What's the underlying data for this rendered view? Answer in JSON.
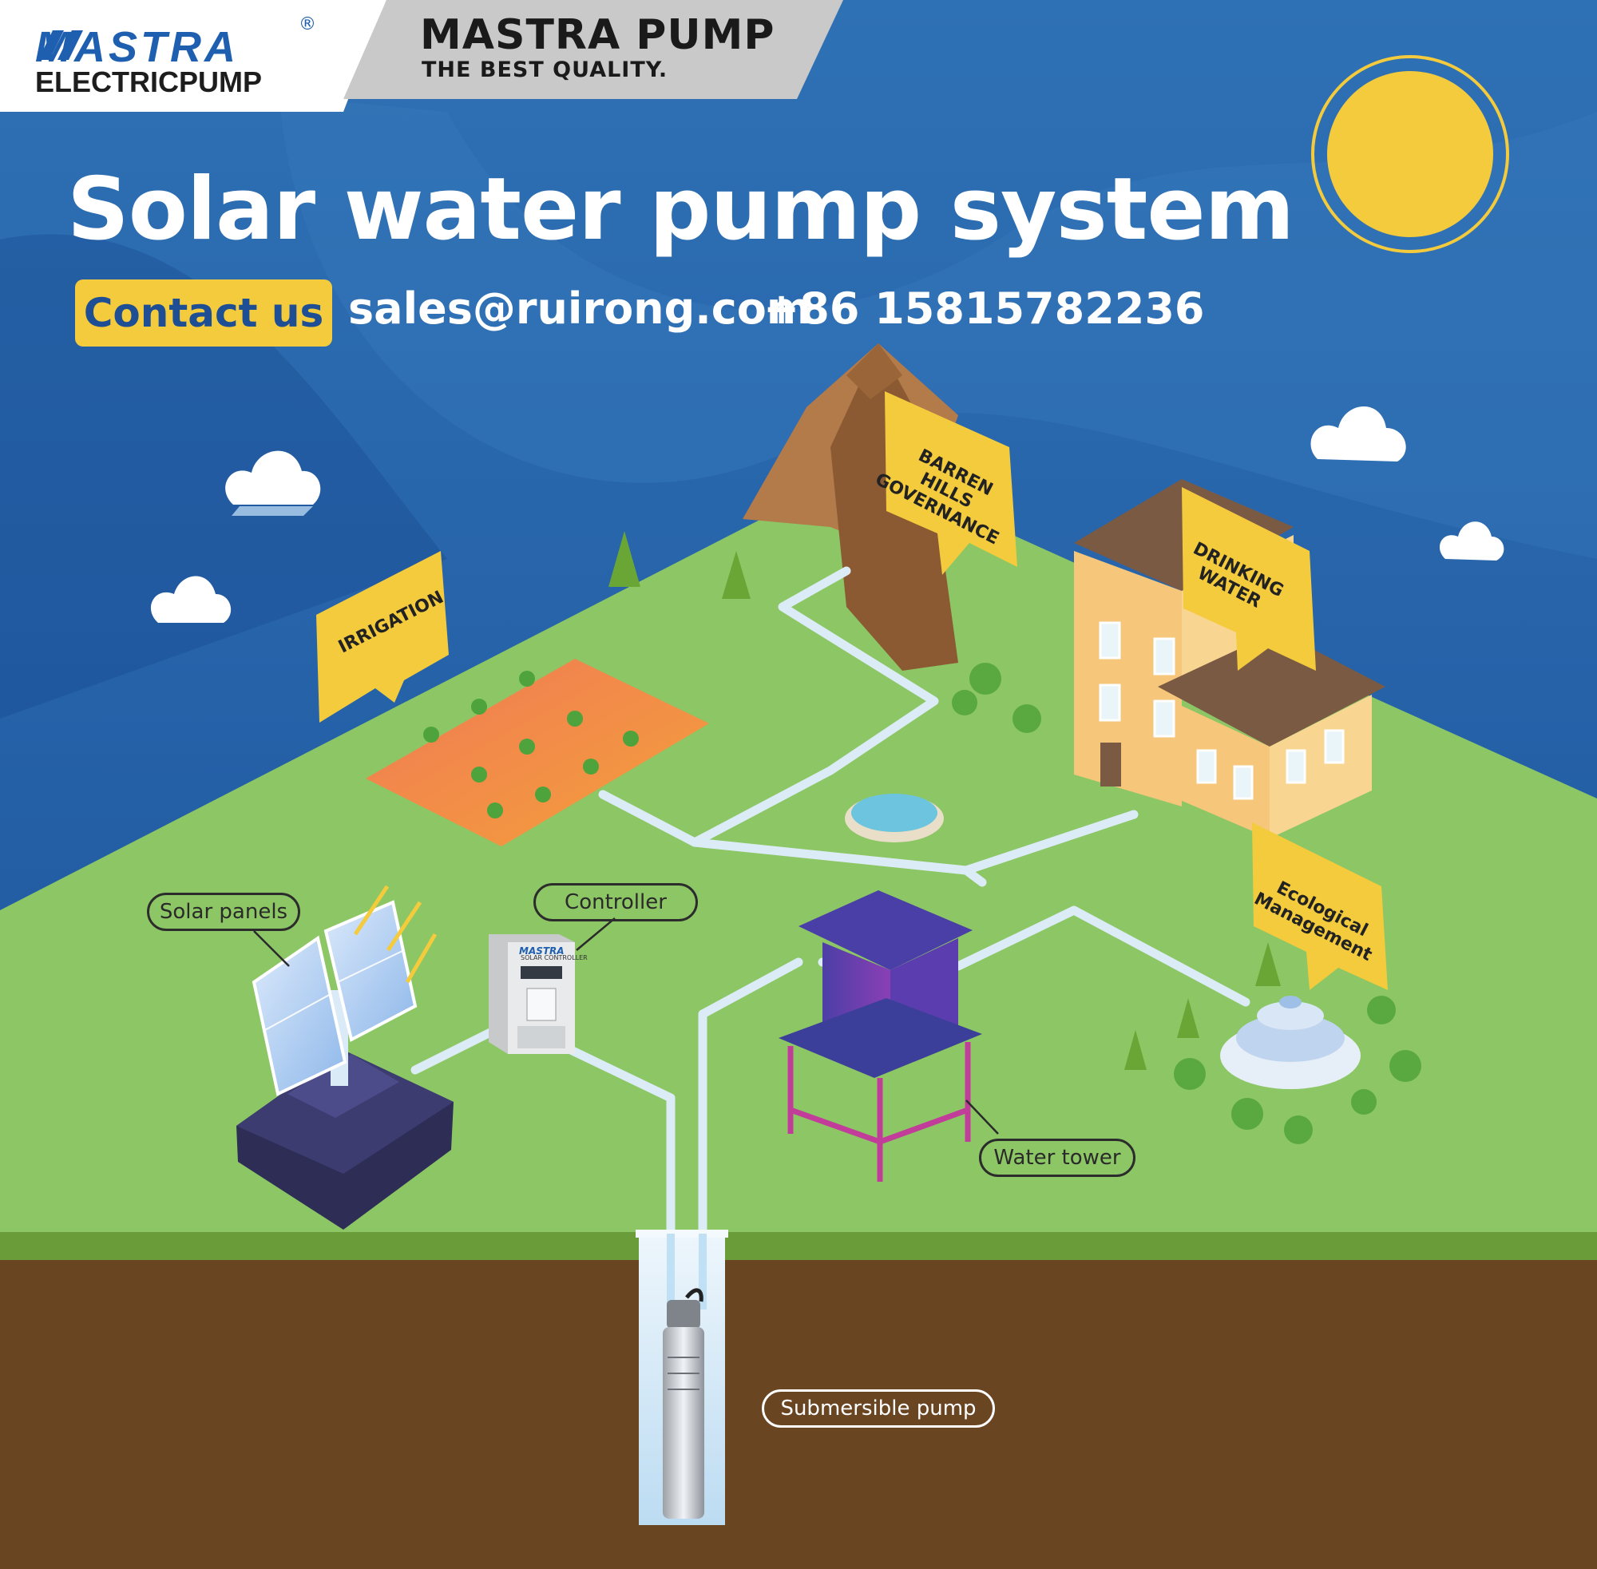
{
  "header": {
    "logo_text": "MASTRA",
    "logo_subtext": "ELECTRICPUMP",
    "registered_mark": "®",
    "band_title": "MASTRA PUMP",
    "band_subtitle": "THE BEST QUALITY."
  },
  "hero": {
    "title": "Solar water pump system",
    "contact_button": "Contact us",
    "email": "sales@ruirong.com",
    "phone": "+86 15815782236"
  },
  "signs": {
    "irrigation": "IRRIGATION",
    "barren_hills": "BARREN HILLS GOVERNANCE",
    "drinking_water": "DRINKING WATER",
    "ecological": "Ecological Management"
  },
  "labels": {
    "solar_panels": "Solar panels",
    "controller": "Controller",
    "water_tower": "Water tower",
    "submersible_pump": "Submersible pump"
  },
  "controller_panel": {
    "brand": "MASTRA",
    "caption": "SOLAR CONTROLLER"
  },
  "colors": {
    "sky": "#1f5fa6",
    "grass": "#8cc665",
    "soil": "#6a4522",
    "accent_yellow": "#f3cb3c",
    "pipe": "#dcecf6",
    "brand_blue": "#1f5fb0"
  }
}
